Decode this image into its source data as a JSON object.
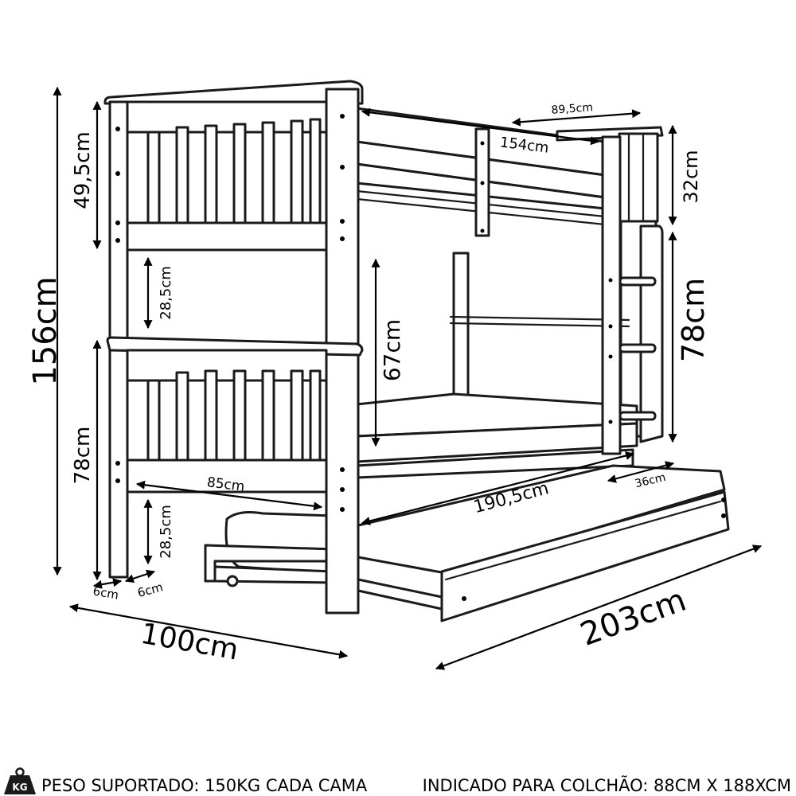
{
  "dimensions": {
    "total_height": "156cm",
    "top_headboard": "49,5cm",
    "rail_gap_top": "28,5cm",
    "bottom_headboard": "78cm",
    "under_bed_clearance": "28,5cm",
    "foot_depth": "6cm",
    "foot_width": "6cm",
    "inner_width": "85cm",
    "total_width": "100cm",
    "top_inner_length": "154cm",
    "top_outer_width": "89,5cm",
    "guard_rail_height": "32cm",
    "ladder_height": "78cm",
    "bunk_gap": "67cm",
    "trundle_length": "190,5cm",
    "trundle_height": "36cm",
    "total_length": "203cm"
  },
  "footer": {
    "weight_icon": "kg-weight-icon",
    "weight_icon_text": "KG",
    "weight_text": "PESO SUPORTADO: 150KG CADA CAMA",
    "mattress_text": "INDICADO PARA COLCHÃO: 88CM X 188XCM"
  }
}
